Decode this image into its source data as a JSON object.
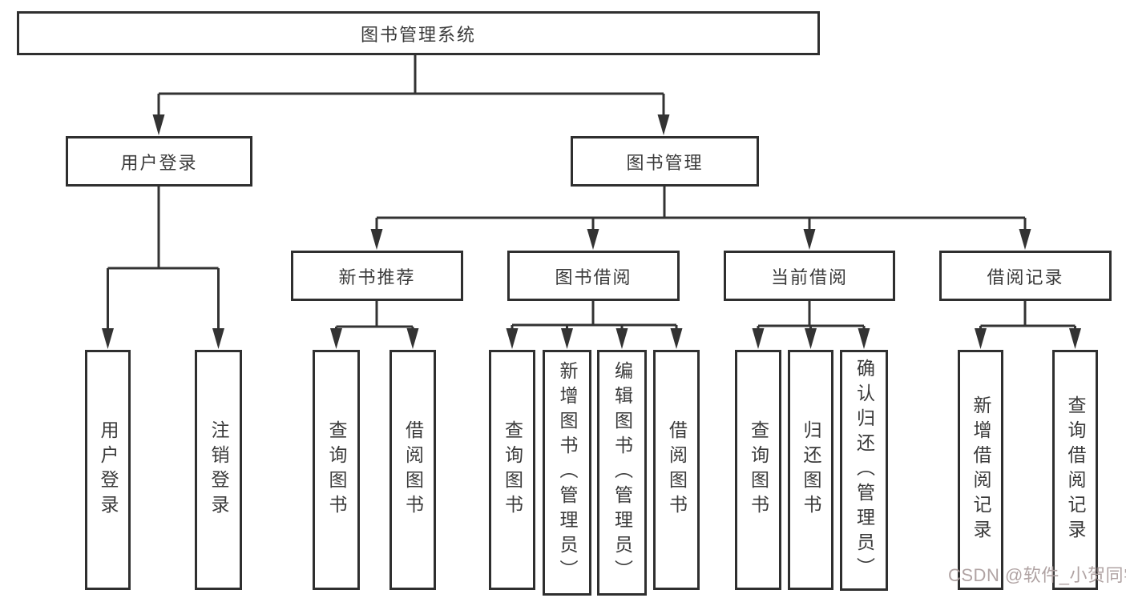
{
  "diagram": {
    "title": "图书管理系统",
    "root": {
      "label": "图书管理系统"
    },
    "level2": [
      {
        "label": "用户登录"
      },
      {
        "label": "图书管理"
      }
    ],
    "level3": [
      {
        "label": "新书推荐"
      },
      {
        "label": "图书借阅"
      },
      {
        "label": "当前借阅"
      },
      {
        "label": "借阅记录"
      }
    ],
    "leaves": [
      {
        "label": "用户登录",
        "parent": "用户登录"
      },
      {
        "label": "注销登录",
        "parent": "用户登录"
      },
      {
        "label": "查询图书",
        "parent": "新书推荐"
      },
      {
        "label": "借阅图书",
        "parent": "新书推荐"
      },
      {
        "label": "查询图书",
        "parent": "图书借阅"
      },
      {
        "label": "新增图书（管理员）",
        "parent": "图书借阅"
      },
      {
        "label": "编辑图书（管理员）",
        "parent": "图书借阅"
      },
      {
        "label": "借阅图书",
        "parent": "图书借阅"
      },
      {
        "label": "查询图书",
        "parent": "当前借阅"
      },
      {
        "label": "归还图书",
        "parent": "当前借阅"
      },
      {
        "label": "确认归还（管理员）",
        "parent": "当前借阅"
      },
      {
        "label": "新增借阅记录",
        "parent": "借阅记录"
      },
      {
        "label": "查询借阅记录",
        "parent": "借阅记录"
      }
    ]
  },
  "watermark": {
    "text": "CSDN @软件_小贺同学",
    "color": "#ac9e9e"
  },
  "colors": {
    "line": "#333333",
    "border": "#2f2f2f",
    "text": "#3a3a3a",
    "background": "#ffffff"
  }
}
